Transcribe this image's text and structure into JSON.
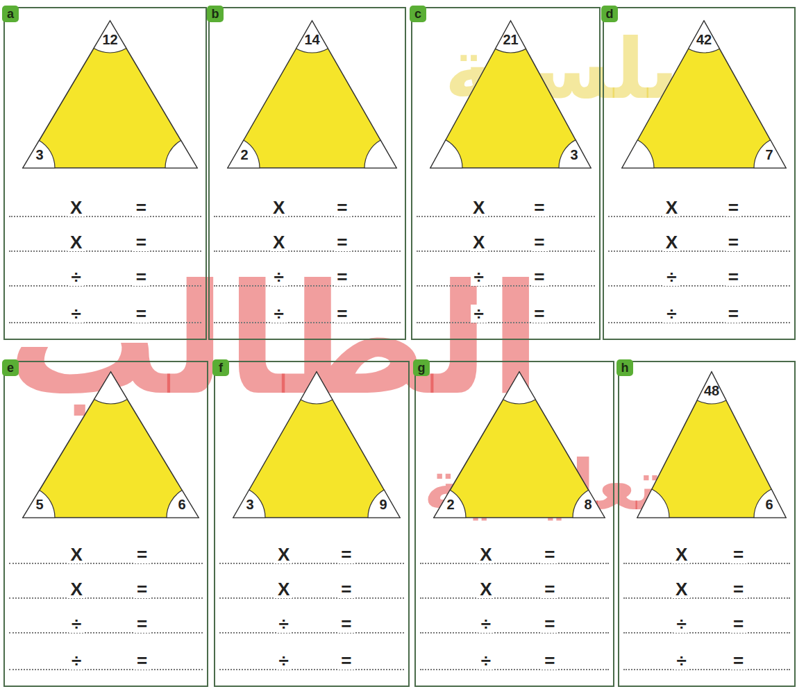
{
  "diagram": {
    "nodes": [
      {
        "text": [
          "X",
          "=",
          "X",
          "=",
          "÷",
          "=",
          "÷",
          "="
        ]
      },
      {
        "text": [
          "a"
        ],
        "in": 0
      },
      {
        "text": [
          "12"
        ],
        "in": 0
      },
      {
        "text": [
          "3"
        ],
        "in": 0
      },
      {
        "text": [
          "X",
          "=",
          "X",
          "=",
          "÷",
          "=",
          "÷",
          "="
        ]
      },
      {
        "text": [
          "b"
        ],
        "in": 4
      },
      {
        "text": [
          "14"
        ],
        "in": 4
      },
      {
        "text": [
          "2"
        ],
        "in": 4
      },
      {
        "text": [
          "X",
          "=",
          "X",
          "=",
          "÷",
          "=",
          "÷",
          "="
        ]
      },
      {
        "text": [
          "c"
        ],
        "in": 8
      },
      {
        "text": [
          "21"
        ],
        "in": 8
      },
      {
        "text": [
          "3"
        ],
        "in": 8
      },
      {
        "text": [
          "X",
          "=",
          "X",
          "=",
          "÷",
          "=",
          "÷",
          "="
        ]
      },
      {
        "text": [
          "d"
        ],
        "in": 12
      },
      {
        "text": [
          "42"
        ],
        "in": 12
      },
      {
        "text": [
          "7"
        ],
        "in": 12
      },
      {
        "text": [
          "X",
          "=",
          "X",
          "=",
          "÷",
          "=",
          "÷",
          "="
        ]
      },
      {
        "text": [
          "e"
        ],
        "in": 16
      },
      {
        "text": [
          "5"
        ],
        "in": 16
      },
      {
        "text": [
          "6"
        ],
        "in": 16
      },
      {
        "text": [
          "X",
          "=",
          "X",
          "=",
          "÷",
          "=",
          "÷",
          "="
        ]
      },
      {
        "text": [
          "f"
        ],
        "in": 20
      },
      {
        "text": [
          "3"
        ],
        "in": 20
      },
      {
        "text": [
          "9"
        ],
        "in": 20
      },
      {
        "text": [
          "X",
          "=",
          "X",
          "=",
          "÷",
          "=",
          "÷",
          "="
        ]
      },
      {
        "text": [
          "g"
        ],
        "in": 24
      },
      {
        "text": [
          "2"
        ],
        "in": 24
      },
      {
        "text": [
          "8"
        ],
        "in": 24
      },
      {
        "text": [
          "X",
          "=",
          "X",
          "=",
          "÷",
          "=",
          "÷",
          "="
        ]
      },
      {
        "text": [
          "h"
        ],
        "in": 28
      },
      {
        "text": [
          "48"
        ],
        "in": 28
      },
      {
        "text": [
          "6"
        ],
        "in": 28
      }
    ],
    "labels": [
      "سلسلة",
      "الطالب",
      "التعليمية"
    ]
  }
}
